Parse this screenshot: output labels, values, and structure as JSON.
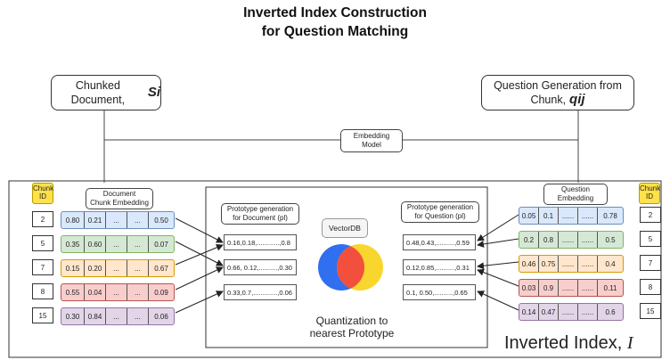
{
  "title_line1": "Inverted Index Construction",
  "title_line2": "for Question Matching",
  "chunked_document": {
    "text": "Chunked Document,",
    "symbol": "Si"
  },
  "question_generation": {
    "line1": "Question Generation from",
    "line2": "Chunk,",
    "symbol": "qij"
  },
  "embedding_model": {
    "line1": "Embedding",
    "line2": "Model"
  },
  "left_chunk_id_label": {
    "line1": "Chunk",
    "line2": "ID"
  },
  "right_chunk_id_label": {
    "line1": "Chunk",
    "line2": "ID"
  },
  "doc_embedding_label": {
    "line1": "Document",
    "line2": "Chunk Embedding"
  },
  "question_embedding_label": {
    "line1": "Question",
    "line2": "Embedding"
  },
  "proto_doc_label": {
    "line1": "Prototype generation",
    "line2": "for Document (pl)"
  },
  "proto_q_label": {
    "line1": "Prototype generation",
    "line2": "for Question (pl)"
  },
  "vectordb": "VectorDB",
  "quantization": {
    "line1": "Quantization to",
    "line2": "nearest Prototype"
  },
  "inverted_index": {
    "text": "Inverted Index,",
    "symbol": "I"
  },
  "colors": {
    "blue": "#dae8fc",
    "blue_border": "#6c8ebf",
    "green": "#d5e8d4",
    "green_border": "#82b366",
    "orange": "#ffe6cc",
    "orange_border": "#d79b00",
    "red": "#f8cecc",
    "red_border": "#b85450",
    "purple": "#e1d5e7",
    "purple_border": "#9673a6",
    "logo_blue": "#2f6ff0",
    "logo_red": "#f2503c",
    "logo_yellow": "#f9d62e"
  },
  "left_rows": [
    {
      "id": "2",
      "color": "blue",
      "values": [
        "0.80",
        "0.21",
        "...",
        "...",
        "0.50"
      ]
    },
    {
      "id": "5",
      "color": "green",
      "values": [
        "0.35",
        "0.60",
        "...",
        "...",
        "0.07"
      ]
    },
    {
      "id": "7",
      "color": "orange",
      "values": [
        "0.15",
        "0.20",
        "...",
        "...",
        "0.67"
      ]
    },
    {
      "id": "8",
      "color": "red",
      "values": [
        "0.55",
        "0.04",
        "...",
        "...",
        "0.09"
      ]
    },
    {
      "id": "15",
      "color": "purple",
      "values": [
        "0.30",
        "0.84",
        "...",
        "...",
        "0.06"
      ]
    }
  ],
  "right_rows": [
    {
      "id": "2",
      "color": "blue",
      "values": [
        "0.05",
        "0.1",
        "......",
        "......",
        "0.78"
      ]
    },
    {
      "id": "5",
      "color": "green",
      "values": [
        "0.2",
        "0.8",
        "......",
        "......",
        "0.5"
      ]
    },
    {
      "id": "7",
      "color": "orange",
      "values": [
        "0.46",
        "0.75",
        "......",
        "......",
        "0.4"
      ]
    },
    {
      "id": "8",
      "color": "red",
      "values": [
        "0.03",
        "0.9",
        "......",
        "......",
        "0.11"
      ]
    },
    {
      "id": "15",
      "color": "purple",
      "values": [
        "0.14",
        "0.47",
        "......",
        "......",
        "0.6"
      ]
    }
  ],
  "doc_prototypes": [
    "0.16,0.18,............,0.8",
    "0.66, 0.12,..........,0.30",
    "0.33,0.7,.............,0.06"
  ],
  "q_prototypes": [
    "0.48,0.43,..........,0.59",
    "0.12,0.85,..........,0.31",
    "0.1, 0.50,..........,0.65"
  ]
}
